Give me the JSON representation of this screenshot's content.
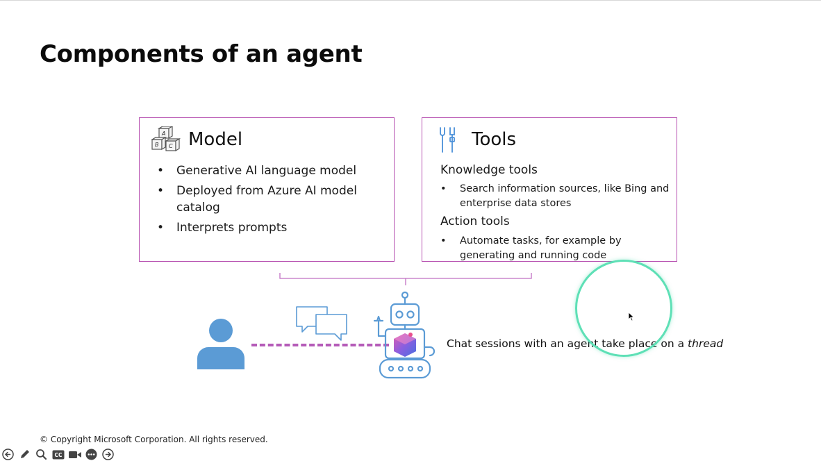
{
  "slide": {
    "title": "Components of an agent",
    "copyright": "© Copyright Microsoft Corporation. All rights reserved."
  },
  "model_card": {
    "heading": "Model",
    "icon": "abc-blocks-icon",
    "bullets": [
      "Generative AI language model",
      "Deployed from Azure AI model catalog",
      "Interprets prompts"
    ]
  },
  "tools_card": {
    "heading": "Tools",
    "icon": "tools-icon",
    "sections": [
      {
        "title": "Knowledge tools",
        "bullets": [
          "Search information sources, like Bing and enterprise data stores"
        ]
      },
      {
        "title": "Action tools",
        "bullets": [
          "Automate tasks, for example by generating and running code"
        ]
      }
    ]
  },
  "thread": {
    "caption_prefix": "Chat sessions with an agent take place on a ",
    "caption_emphasis": "thread"
  },
  "icons": {
    "user": "person-icon",
    "chat": "chat-bubbles-icon",
    "agent": "robot-icon"
  },
  "colors": {
    "card_border": "#b64fb0",
    "dashed_line": "#b55bb8",
    "icon_blue": "#5b9bd5",
    "cursor_ring": "#5ee0b6"
  },
  "toolbar": {
    "buttons": [
      "previous-icon",
      "pen-icon",
      "zoom-icon",
      "captions-icon",
      "video-icon",
      "more-icon",
      "next-icon"
    ]
  }
}
